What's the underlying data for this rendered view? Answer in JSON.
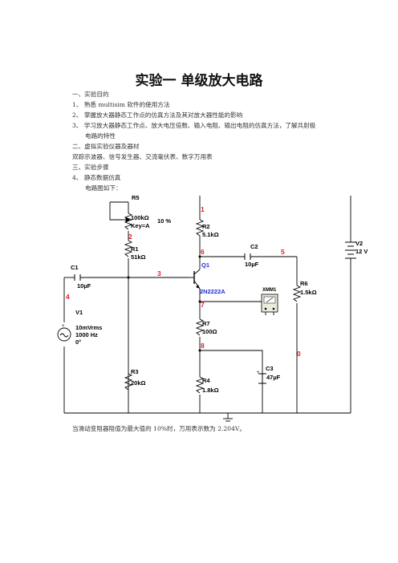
{
  "title": "实验一  单级放大电路",
  "lines": [
    "一、实验目的",
    "1、 熟悉 multisim 软件的使用方法",
    "2、 掌握放大器静态工作点的仿真方法及其对放大器性能的影响",
    "3、 学习放大器静态工作点、放大电压倍数、输入电阻、输出电阻的仿真方法，了解共射极",
    "电路的特性",
    "二、虚拟实验仪器及器材",
    "双踪示波器、信号发生器、交流毫伏表、数字万用表",
    "三、实验步骤",
    "4、 静态数据仿真",
    "电路图如下："
  ],
  "circuit": {
    "R5": "R5",
    "R5_val": "100kΩ",
    "R5_key": "Key=A",
    "R5_pct": "10 %",
    "R1": "R1",
    "R1_val": "51kΩ",
    "R2": "R2",
    "R2_val": "5.1kΩ",
    "R3": "R3",
    "R3_val": "20kΩ",
    "R4": "R4",
    "R4_val": "1.8kΩ",
    "R6": "R6",
    "R6_val": "1.5kΩ",
    "R7": "R7",
    "R7_val": "100Ω",
    "C1": "C1",
    "C1_val": "10µF",
    "C2": "C2",
    "C2_val": "10µF",
    "C3": "C3",
    "C3_val": "47µF",
    "Q1": "Q1",
    "Q1_model": "2N2222A",
    "V1": "V1",
    "V1_amp": "10mVrms",
    "V1_freq": "1000 Hz",
    "V1_phase": "0°",
    "V2": "V2",
    "V2_val": "12 V",
    "XMM1": "XMM1",
    "n1": "1",
    "n2": "2",
    "n3": "3",
    "n4": "4",
    "n5": "5",
    "n6": "6",
    "n7": "7",
    "n8": "8",
    "n0": "0",
    "colors": {
      "wire": "#000000",
      "node": "#e0202a",
      "model": "#1f2fd0",
      "meter": "#e8eddc"
    }
  },
  "footer": "当滑动变阻器阻值为最大值的 10%时，万用表示数为 2.204V。"
}
